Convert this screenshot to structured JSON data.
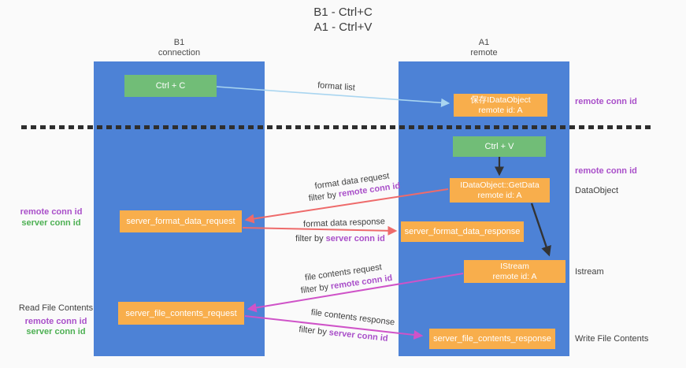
{
  "title": {
    "line1": "B1 - Ctrl+C",
    "line2": "A1 - Ctrl+V"
  },
  "lanes": {
    "left": {
      "title": "B1",
      "subtitle": "connection"
    },
    "right": {
      "title": "A1",
      "subtitle": "remote"
    }
  },
  "nodes": {
    "ctrl_c": {
      "label": "Ctrl + C"
    },
    "ctrl_v": {
      "label": "Ctrl + V"
    },
    "save_idataobject": {
      "line1": "保存IDataObject",
      "line2": "remote id: A"
    },
    "getdata": {
      "line1": "IDataObject::GetData",
      "line2": "remote id: A"
    },
    "istream": {
      "line1": "IStream",
      "line2": "remote id: A"
    },
    "server_format_data_request": {
      "label": "server_format_data_request"
    },
    "server_format_data_response": {
      "label": "server_format_data_response"
    },
    "server_file_contents_request": {
      "label": "server_file_contents_request"
    },
    "server_file_contents_response": {
      "label": "server_file_contents_response"
    }
  },
  "edge_labels": {
    "format_list": "format list",
    "format_data_request": "format data request",
    "format_data_response": "format data response",
    "file_contents_request": "file contents request",
    "file_contents_response": "file contents response",
    "filter_by": "filter by",
    "remote_conn_id": "remote conn id",
    "server_conn_id": "server conn id"
  },
  "annotations": {
    "left_mid": {
      "remote": "remote conn id",
      "server": "server conn id"
    },
    "left_bottom": {
      "title": "Read File Contents",
      "remote": "remote conn id",
      "server": "server conn id"
    },
    "right": {
      "remote_top": "remote conn id",
      "remote_mid": "remote conn id",
      "dataobject": "DataObject",
      "istream": "Istream",
      "write_file_contents": "Write File Contents"
    }
  },
  "colors": {
    "lane_blue": "#4d82d6",
    "box_green": "#71bd77",
    "box_orange": "#f8ae4c",
    "arrow_lightblue": "#a9d5f0",
    "arrow_red": "#ee6b6b",
    "arrow_magenta": "#cf53c8",
    "arrow_black": "#333333",
    "text_purple": "#a94fc9",
    "text_green": "#4db053"
  }
}
